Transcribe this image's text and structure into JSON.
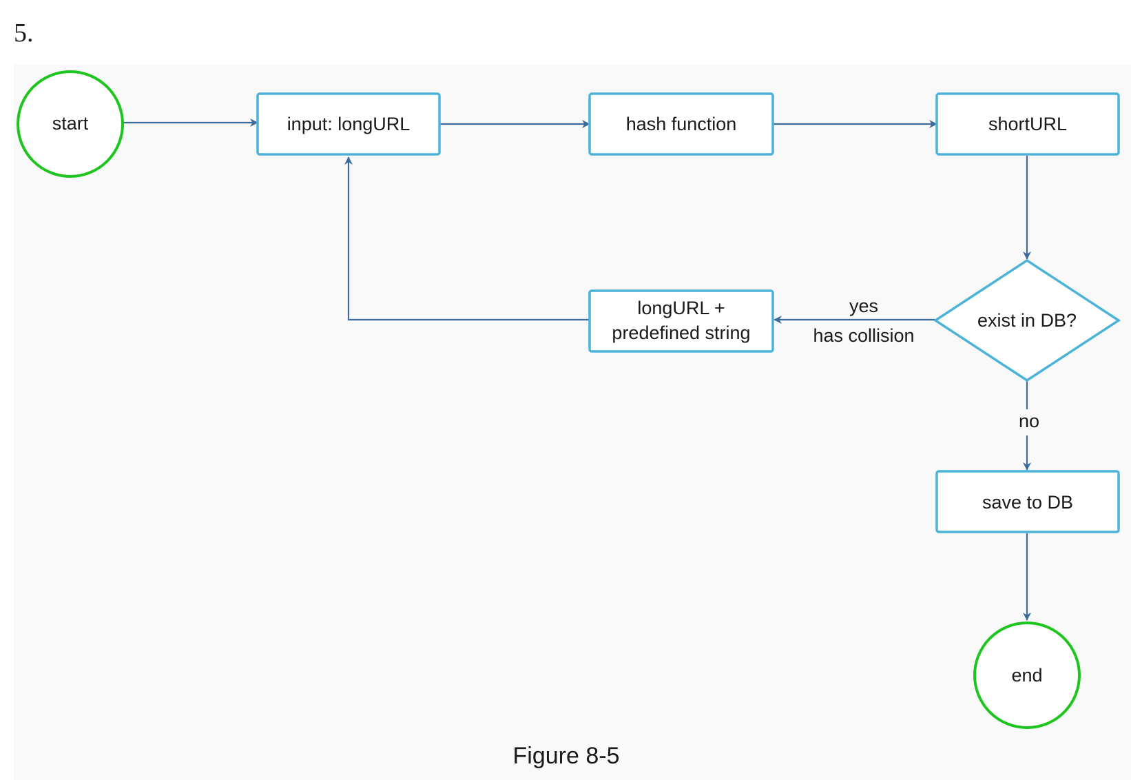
{
  "step_number": "5.",
  "nodes": {
    "start": "start",
    "input": "input: longURL",
    "hash": "hash function",
    "short": "shortURL",
    "decision": "exist in DB?",
    "retry_line1": "longURL +",
    "retry_line2": "predefined string",
    "save": "save to DB",
    "end": "end"
  },
  "edges": {
    "yes_label": "yes",
    "collision_label": "has collision",
    "no_label": "no"
  },
  "caption": "Figure 8-5",
  "colors": {
    "box_border": "#4bb3d8",
    "terminal_border": "#1ec51e",
    "arrow": "#3d6c9c",
    "canvas": "#f9f9f9"
  }
}
